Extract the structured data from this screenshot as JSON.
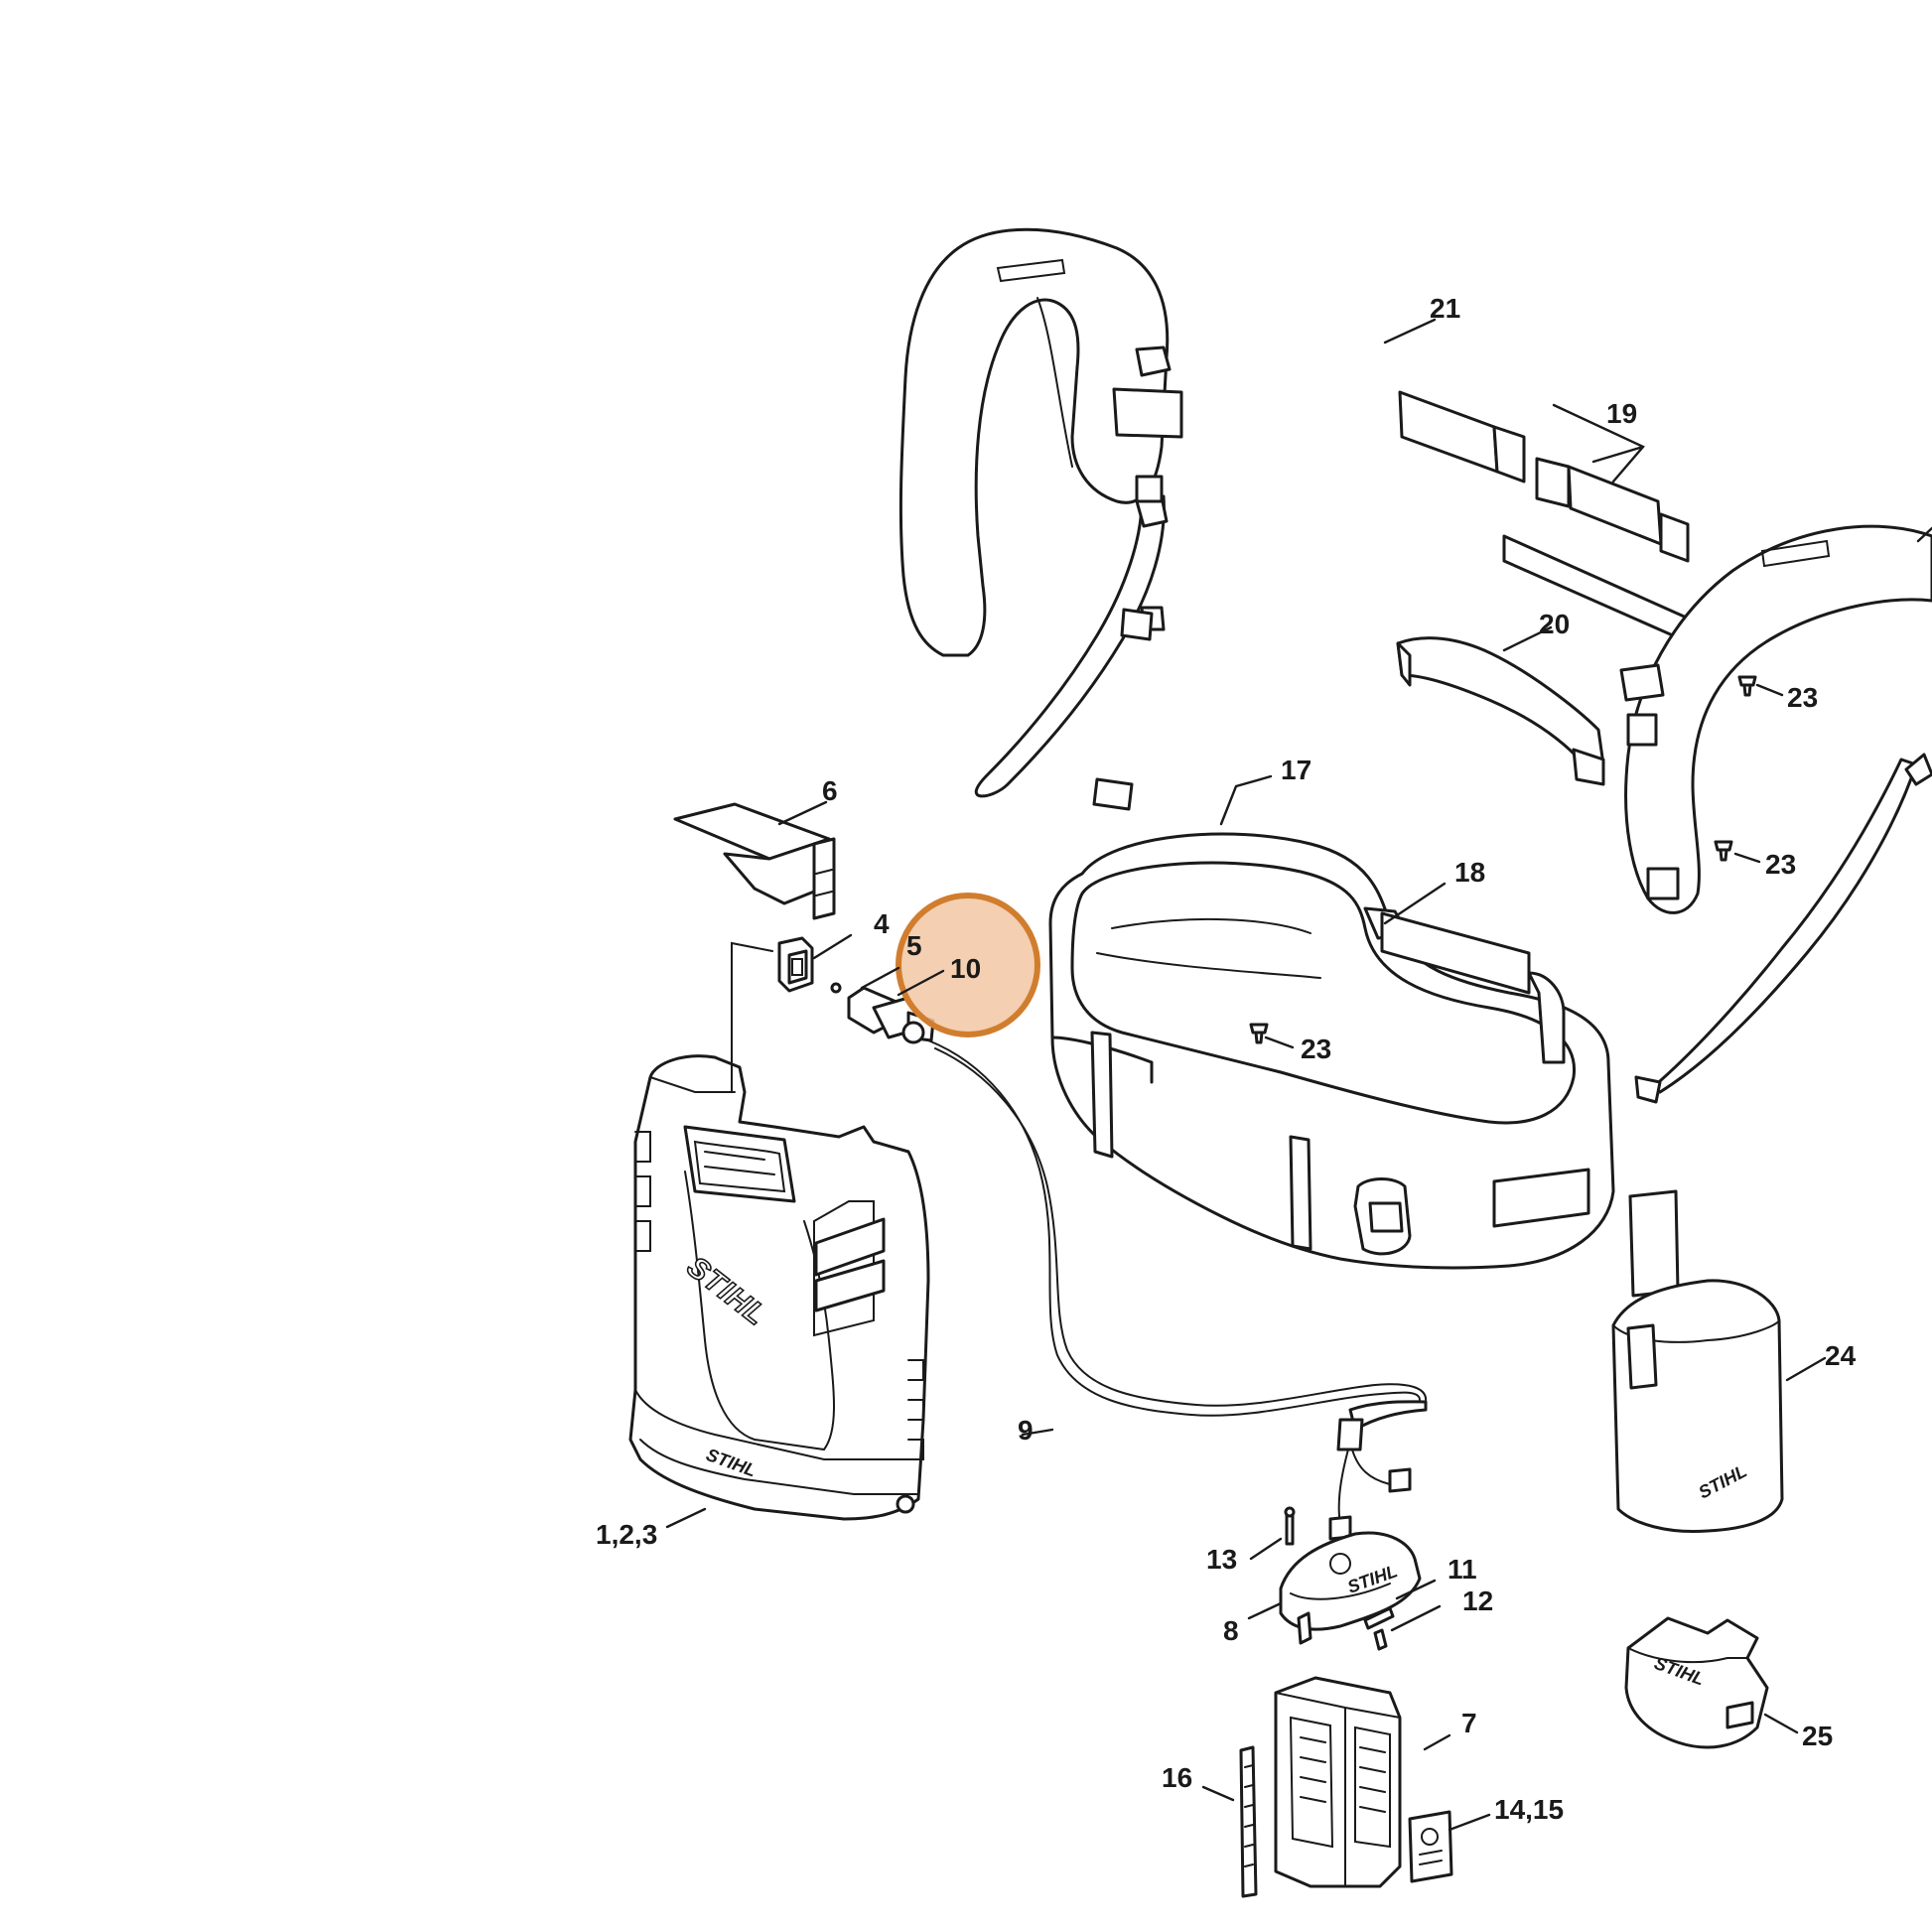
{
  "colors": {
    "highlight_fill": "#f2c7a3",
    "highlight_stroke": "#d17d2e",
    "line": "#1a1a1a"
  },
  "highlighted_callout": "10",
  "brand_text": "STIHL",
  "callouts": {
    "p123": "1,2,3",
    "p4": "4",
    "p5": "5",
    "p6": "6",
    "p7": "7",
    "p8": "8",
    "p9": "9",
    "p10": "10",
    "p11": "11",
    "p12": "12",
    "p13": "13",
    "p1415": "14,15",
    "p16": "16",
    "p17": "17",
    "p18": "18",
    "p19": "19",
    "p20": "20",
    "p21": "21",
    "p23a": "23",
    "p23b": "23",
    "p23c": "23",
    "p24": "24",
    "p25": "25"
  }
}
